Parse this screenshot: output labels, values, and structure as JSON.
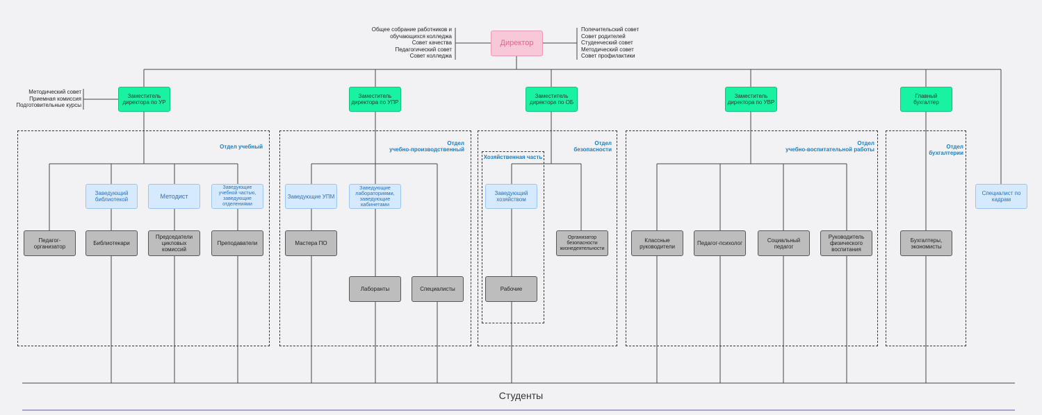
{
  "director": "Директор",
  "left_councils": [
    "Общее собрание работников и",
    "обучающихся колледжа",
    "Совет качества",
    "Педагогический совет",
    "Совет колледжа"
  ],
  "right_councils": [
    "Попечительский совет",
    "Совет родителей",
    "Студенческий совет",
    "Методический совет",
    "Совет профилактики"
  ],
  "ur_councils": [
    "Методический совет",
    "Приемная комиссия",
    "Подготовительные курсы"
  ],
  "deputies": {
    "ur": "Заместитель директора по УР",
    "upr": "Заместитель директора по УПР",
    "ob": "Заместитель директора по ОБ",
    "uvr": "Заместитель директора по УВР",
    "accountant": "Главный бухгалтер"
  },
  "departments": {
    "ur": "Отдел учебный",
    "upr": [
      "Отдел",
      "учебно-производственный"
    ],
    "ob": [
      "Отдел",
      "безопасности"
    ],
    "household": "Хозяйственная часть",
    "uvr": [
      "Отдел",
      "учебно-воспитательной работы"
    ],
    "acc": [
      "Отдел",
      "бухгалтерии"
    ]
  },
  "managers": {
    "library_head": "Заведующий библиотекой",
    "methodist": "Методист",
    "study_head": "Заведующие учебной частью, заведующие отделениями",
    "upm_head": "Заведующие УПМ",
    "lab_head": "Заведующие лабораториями, заведующие кабинетами",
    "household_head": "Заведующий хозяйством",
    "hr": "Специалист по кадрам"
  },
  "staff": {
    "organizer": "Педагог-организатор",
    "librarians": "Библиотекари",
    "chairs": "Председатели цикловых комиссий",
    "teachers": "Преподаватели",
    "masters": "Мастера ПО",
    "lab_assistants": "Лаборанты",
    "specialists": "Специалисты",
    "workers": "Рабочие",
    "safety_org": "Организатор безопасности жизнедеятельности",
    "class_heads": "Классные руководители",
    "psychologist": "Педагог-психолог",
    "social": "Социальный педагог",
    "pe_head": "Руководитель физического воспитания",
    "accountants": "Бухгалтеры, экономисты"
  },
  "students": "Студенты"
}
